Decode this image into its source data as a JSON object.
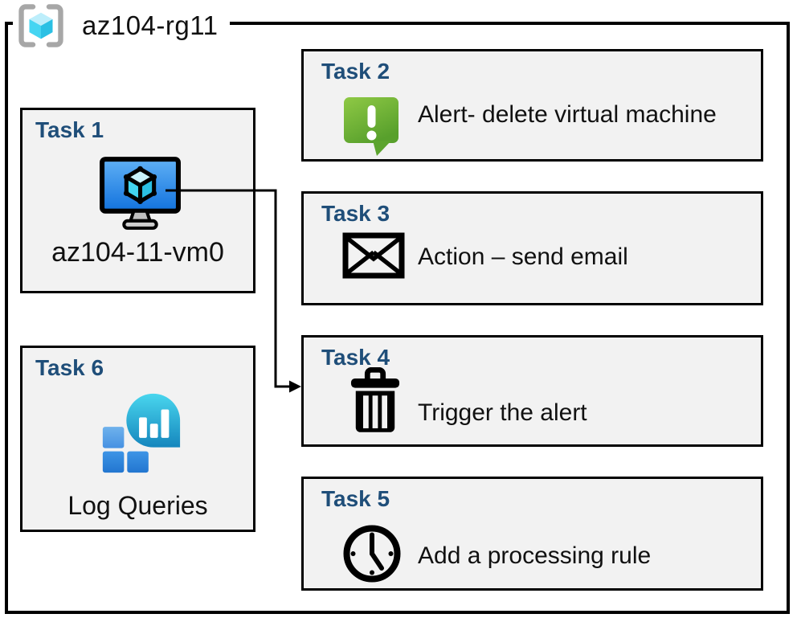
{
  "resource_group": {
    "name": "az104-rg11",
    "icon": "resource-group-icon"
  },
  "tasks": [
    {
      "header": "Task 1",
      "label": "az104-11-vm0",
      "icon": "virtual-machine-icon"
    },
    {
      "header": "Task 2",
      "label": "Alert- delete virtual machine",
      "icon": "alert-message-icon"
    },
    {
      "header": "Task 3",
      "label": "Action – send email",
      "icon": "email-envelope-icon"
    },
    {
      "header": "Task 4",
      "label": "Trigger the alert",
      "icon": "trash-icon"
    },
    {
      "header": "Task 5",
      "label": "Add a processing rule",
      "icon": "clock-icon"
    },
    {
      "header": "Task 6",
      "label": "Log Queries",
      "icon": "log-analytics-icon"
    }
  ],
  "connector": {
    "from": "task-1-virtual-machine",
    "to": "task-4-box",
    "style": "elbow-arrow"
  },
  "colors": {
    "task_header_blue": "#1F4E79",
    "box_fill": "#F2F2F2",
    "box_border": "#000000",
    "outer_border": "#000000",
    "alert_green_light": "#8FC945",
    "alert_green_dark": "#58A02C",
    "vm_screen_blue_light": "#5FB0F5",
    "vm_screen_blue_dark": "#1272DD",
    "cube_cyan_top": "#BDEEFB",
    "cube_cyan_left": "#45D5F2",
    "cube_cyan_right": "#2BC0E4",
    "balloon_teal_light": "#49D6EE",
    "balloon_teal_dark": "#1586BD",
    "square_blue_light": "#5FA8EA",
    "square_blue_dark": "#2276D0",
    "bracket_gray": "#A7A7A7",
    "stand_gray": "#BFBFBF"
  }
}
